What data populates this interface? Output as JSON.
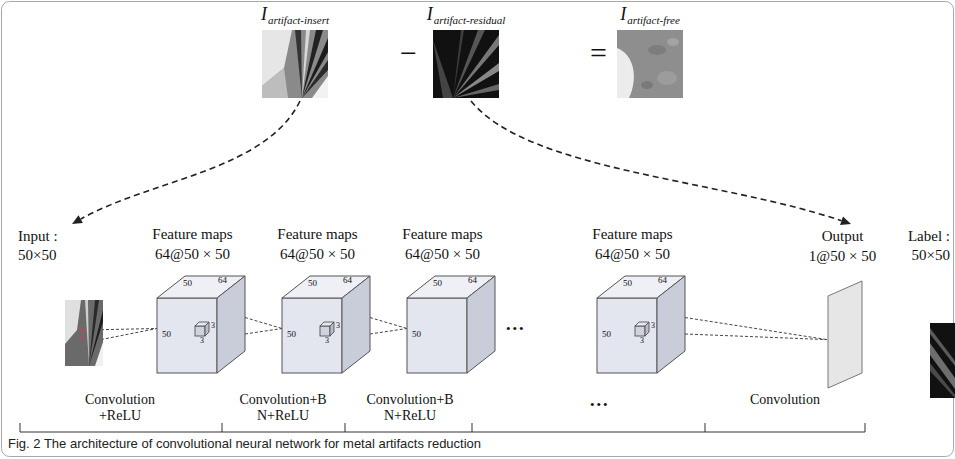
{
  "diagram": {
    "caption": "Fig. 2 The architecture of convolutional neural network for metal artifacts reduction",
    "nodes": [
      {
        "text": [
          "I",
          "artifact-insert"
        ]
      },
      {
        "text": [
          "I",
          "artifact-residual"
        ]
      },
      {
        "text": [
          "I",
          "artifact-free"
        ]
      },
      {
        "text": [
          "Input :",
          "50×50"
        ]
      },
      {
        "text": [
          "Feature maps",
          "64@50 × 50",
          "50",
          "64",
          "50",
          "3",
          "3"
        ]
      },
      {
        "text": [
          "Feature maps",
          "64@50 × 50",
          "50",
          "64",
          "50",
          "3",
          "3"
        ]
      },
      {
        "text": [
          "Feature maps",
          "64@50 × 50",
          "50",
          "64",
          "50"
        ]
      },
      {
        "text": [
          "Feature maps",
          "64@50 × 50",
          "50",
          "64",
          "50",
          "3",
          "3"
        ]
      },
      {
        "text": [
          "Output",
          "1@50 × 50"
        ]
      },
      {
        "text": [
          "Label :",
          "50×50"
        ]
      }
    ],
    "edges": [
      {
        "from": 0,
        "to": 3,
        "arrow": "to"
      },
      {
        "from": 1,
        "to": 8,
        "arrow": "to"
      },
      {
        "from": 3,
        "to": 4,
        "arrow": "none"
      },
      {
        "from": 4,
        "to": 5,
        "arrow": "none"
      },
      {
        "from": 5,
        "to": 6,
        "arrow": "none"
      },
      {
        "from": 7,
        "to": 8,
        "arrow": "none"
      }
    ],
    "labels": [
      "−",
      "=",
      "•••",
      "Convolution +ReLU",
      "Convolution+B N+ReLU",
      "Convolution+B N+ReLU",
      "•••",
      "Convolution"
    ]
  }
}
